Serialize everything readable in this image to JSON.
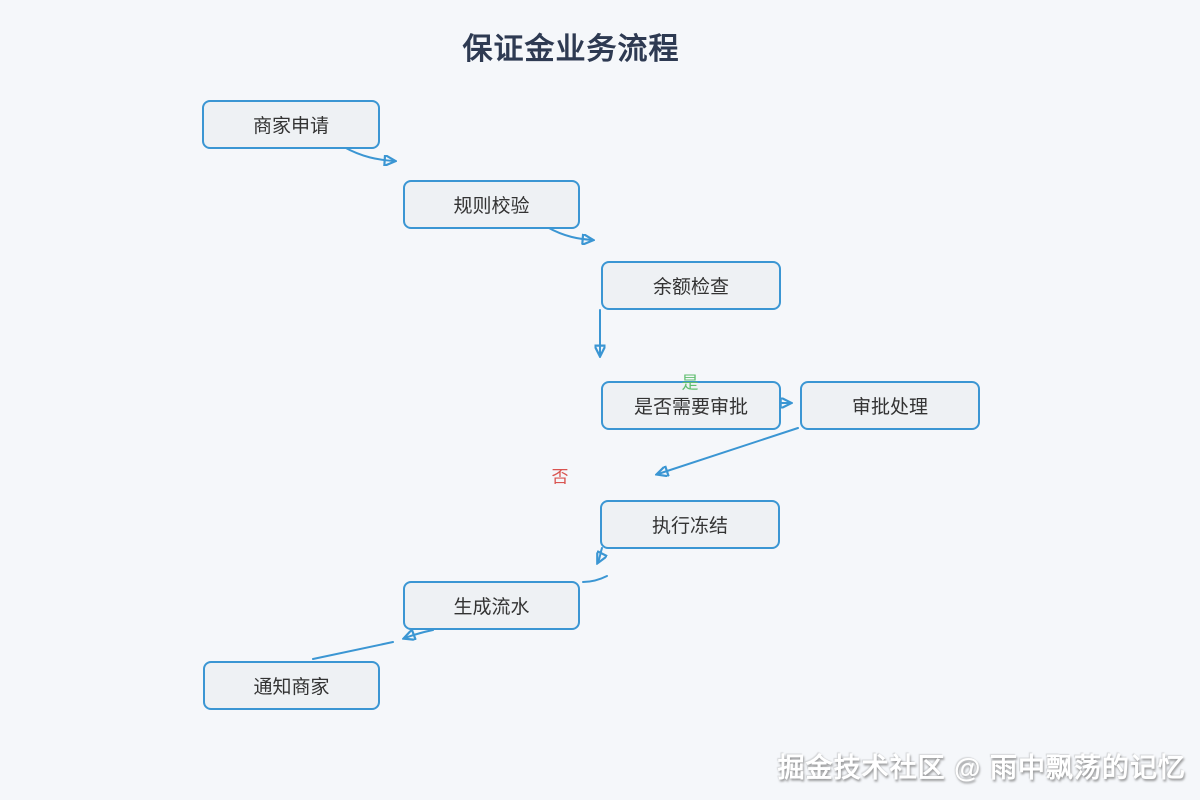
{
  "title": "保证金业务流程",
  "diagram": {
    "nodes": [
      {
        "id": "merchant-apply",
        "label": "商家申请"
      },
      {
        "id": "rule-check",
        "label": "规则校验"
      },
      {
        "id": "balance-check",
        "label": "余额检查"
      },
      {
        "id": "approval-decision",
        "label": "是否需要审批"
      },
      {
        "id": "approval-process",
        "label": "审批处理"
      },
      {
        "id": "execute-freeze",
        "label": "执行冻结"
      },
      {
        "id": "generate-record",
        "label": "生成流水"
      },
      {
        "id": "notify-merchant",
        "label": "通知商家"
      }
    ],
    "edge_labels": {
      "yes": "是",
      "no": "否"
    },
    "colors": {
      "background": "#f5f7fa",
      "node_fill": "#eef1f4",
      "node_border": "#3b96d3",
      "edge": "#3b96d3",
      "node_text": "#333333",
      "title_text": "#2e3a52",
      "yes_label": "#5fbe6e",
      "no_label": "#d95450"
    }
  },
  "watermark": "掘金技术社区 @ 雨中飘荡的记忆"
}
